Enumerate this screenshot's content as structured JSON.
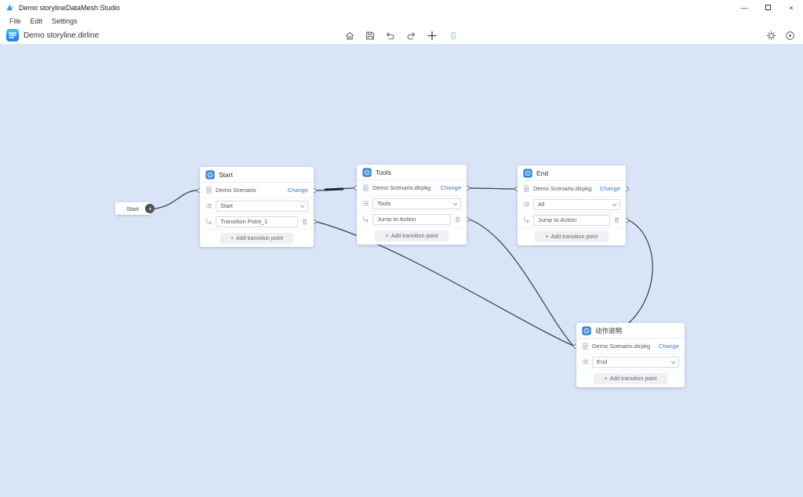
{
  "window": {
    "title": "Demo storylineDataMesh Studio",
    "minimize_glyph": "—",
    "close_glyph": "×"
  },
  "menu": {
    "file": "File",
    "edit": "Edit",
    "settings": "Settings"
  },
  "toolbar": {
    "document_title": "Demo storyline.dirline"
  },
  "canvas": {
    "background_color": "#d9e5f7",
    "accent_color": "#3a7bd5",
    "start_label": "Start",
    "add_plus": "+",
    "nodes": [
      {
        "title": "Start",
        "package": "Demo Scenario",
        "change": "Change",
        "selection": "Start",
        "transition": "Transition Point_1",
        "add_label": "Add transition point"
      },
      {
        "title": "Tools",
        "package": "Demo Scenario.dirpkg",
        "change": "Change",
        "selection": "Tools",
        "transition": "Jump to Action",
        "add_label": "Add transition point"
      },
      {
        "title": "End",
        "package": "Demo Scenario.dirpkg",
        "change": "Change",
        "selection": "All",
        "transition": "Jump to Action",
        "add_label": "Add transition point"
      },
      {
        "title": "动作说明",
        "package": "Demo Scenario.dirpkg",
        "change": "Change",
        "selection": "End",
        "add_label": "Add transition point"
      }
    ]
  }
}
